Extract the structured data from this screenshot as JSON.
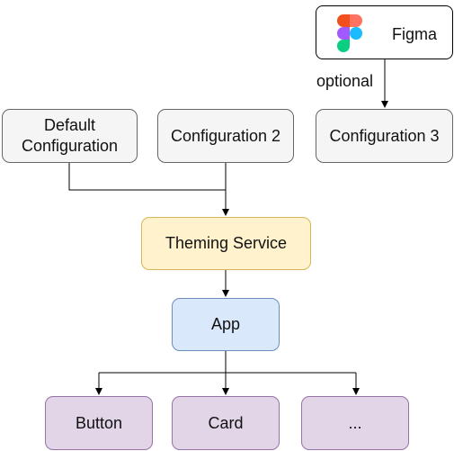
{
  "nodes": {
    "figma": "Figma",
    "default_config": "Default\nConfiguration",
    "config2": "Configuration 2",
    "config3": "Configuration 3",
    "theming": "Theming Service",
    "app": "App",
    "button": "Button",
    "card": "Card",
    "more": "..."
  },
  "edges": {
    "figma_to_config3": "optional"
  },
  "colors": {
    "grey_fill": "#f5f5f5",
    "yellow_fill": "#fff2cc",
    "blue_fill": "#dae8fc",
    "purple_fill": "#e1d5e7"
  }
}
